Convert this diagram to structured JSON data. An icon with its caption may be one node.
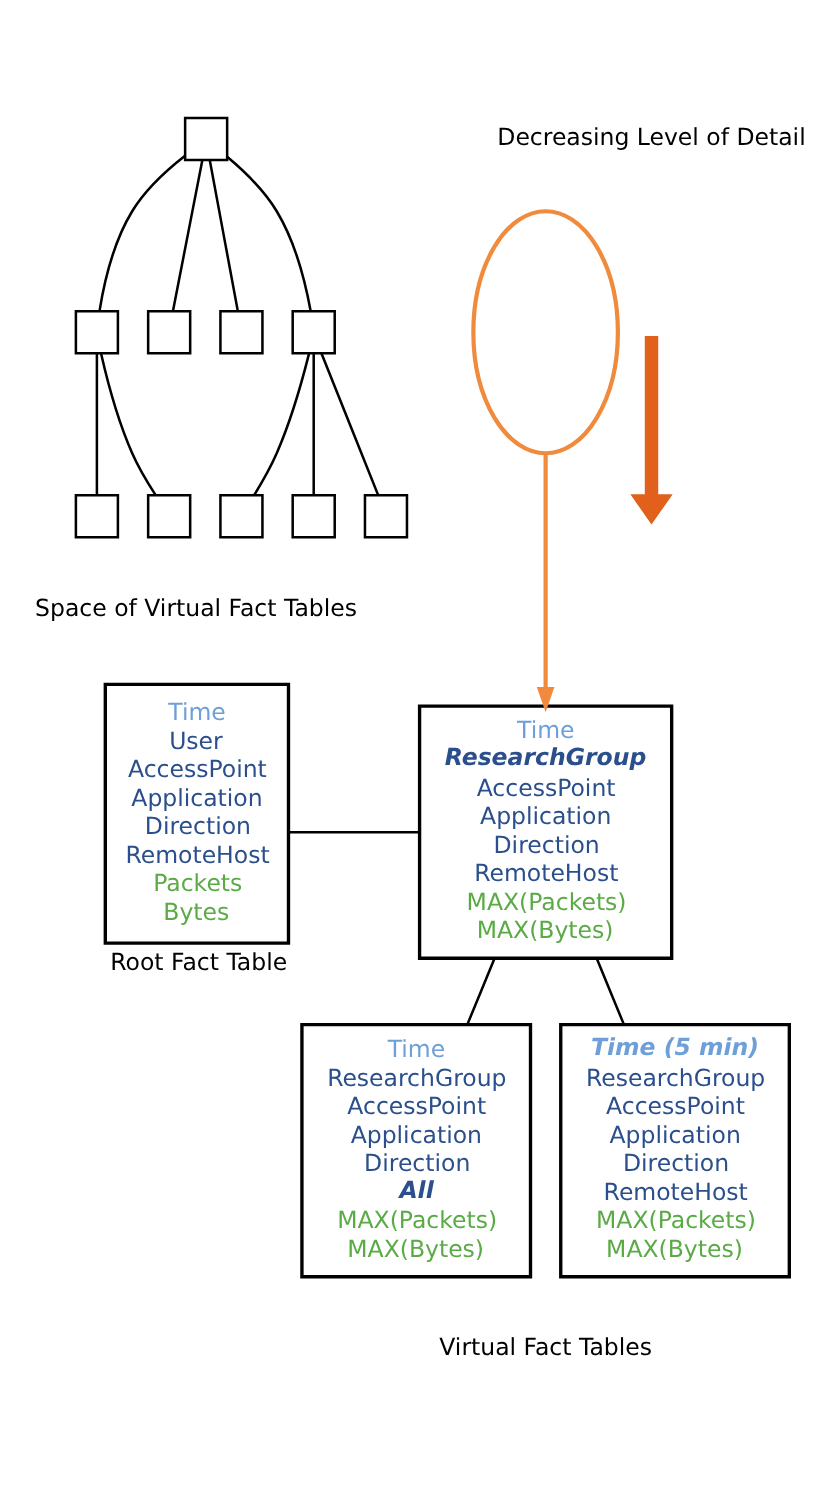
{
  "diagram": {
    "nodes": [
      {
        "text": [],
        "shape": "box"
      },
      {
        "text": [],
        "shape": "box"
      },
      {
        "text": [],
        "shape": "box"
      },
      {
        "text": [],
        "shape": "box"
      },
      {
        "text": [],
        "shape": "box"
      },
      {
        "text": [],
        "shape": "box"
      },
      {
        "text": [],
        "shape": "box"
      },
      {
        "text": [],
        "shape": "box"
      },
      {
        "text": [],
        "shape": "box"
      },
      {
        "text": [],
        "shape": "box"
      },
      {
        "text": [],
        "shape": "ellipse"
      },
      {
        "text": [
          "Time",
          "User",
          "AccessPoint",
          "Application",
          "Direction",
          "RemoteHost",
          "Packets",
          "Bytes"
        ],
        "beside": [
          "Root Fact Table"
        ]
      },
      {
        "text": [
          "Time",
          "ResearchGroup",
          "AccessPoint",
          "Application",
          "Direction",
          "RemoteHost",
          "MAX(Packets)",
          "MAX(Bytes)"
        ]
      },
      {
        "text": [
          "Time",
          "ResearchGroup",
          "AccessPoint",
          "Application",
          "Direction",
          "All",
          "MAX(Packets)",
          "MAX(Bytes)"
        ]
      },
      {
        "text": [
          "Time (5 min)",
          "ResearchGroup",
          "AccessPoint",
          "Application",
          "Direction",
          "RemoteHost",
          "MAX(Packets)",
          "MAX(Bytes)"
        ]
      }
    ],
    "edges": [
      {
        "from": 0,
        "to": 1,
        "arrow": "none"
      },
      {
        "from": 0,
        "to": 2,
        "arrow": "none"
      },
      {
        "from": 0,
        "to": 3,
        "arrow": "none"
      },
      {
        "from": 0,
        "to": 4,
        "arrow": "none"
      },
      {
        "from": 1,
        "to": 5,
        "arrow": "none"
      },
      {
        "from": 1,
        "to": 6,
        "arrow": "none"
      },
      {
        "from": 4,
        "to": 7,
        "arrow": "none"
      },
      {
        "from": 4,
        "to": 8,
        "arrow": "none"
      },
      {
        "from": 4,
        "to": 9,
        "arrow": "none"
      },
      {
        "from": 10,
        "to": 12,
        "arrow": "to",
        "color": "#f08a3c"
      },
      {
        "from": 11,
        "to": 12,
        "arrow": "none"
      },
      {
        "from": 12,
        "to": 13,
        "arrow": "none"
      },
      {
        "from": 12,
        "to": 14,
        "arrow": "none"
      }
    ],
    "labels": [
      "Decreasing Level of Detail",
      "Space of Virtual Fact Tables",
      "Virtual Fact Tables"
    ]
  }
}
